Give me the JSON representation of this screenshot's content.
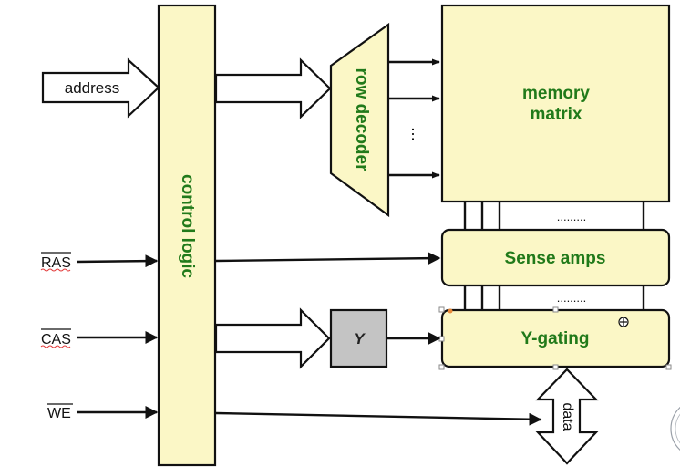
{
  "blocks": {
    "control_logic": "control logic",
    "row_decoder": "row decoder",
    "memory_matrix_line1": "memory",
    "memory_matrix_line2": "matrix",
    "sense_amps": "Sense amps",
    "y_gating": "Y-gating",
    "y_box": "Y"
  },
  "signals": {
    "address": "address",
    "ras": "RAS",
    "cas": "CAS",
    "we": "WE",
    "data": "data"
  },
  "ellipses": {
    "decoder_rows": "⋯",
    "matrix_to_sense": ".........",
    "sense_to_gating": "........."
  },
  "colors": {
    "block_fill": "#fbf7c6",
    "label_green": "#217a1a",
    "y_box_fill": "#c4c4c4"
  }
}
